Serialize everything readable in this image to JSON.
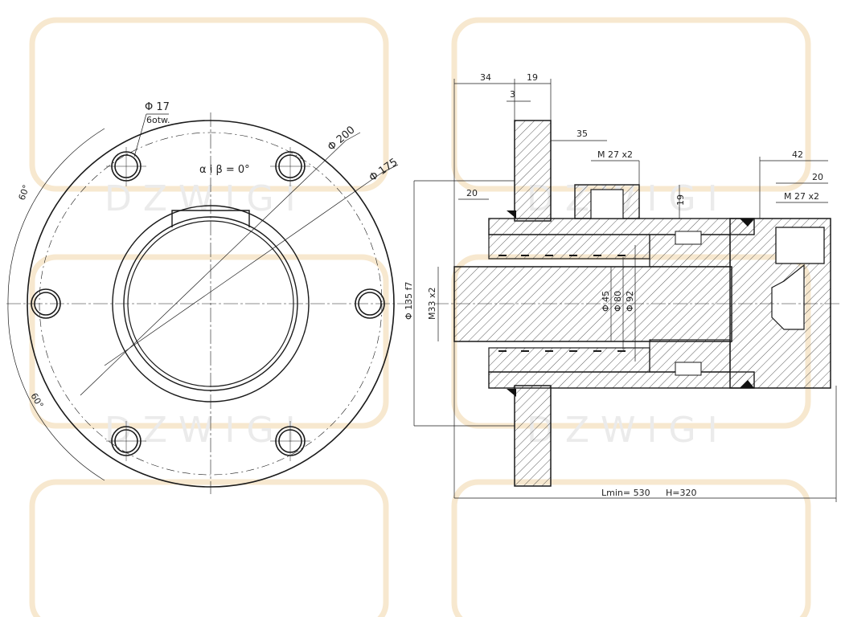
{
  "drawing": {
    "front_view": {
      "hole_dia": "Φ 17",
      "hole_count": "6otw.",
      "angle_label": "α i β = 0°",
      "pcd_outer": "Φ 200",
      "pcd_inner": "Φ 175",
      "angle_top": "60°",
      "angle_bottom": "60°"
    },
    "section_view": {
      "dim_34": "34",
      "dim_19_top": "19",
      "dim_3": "3",
      "dim_35": "35",
      "thread_port_left": "M 27 x2",
      "dim_19_port": "19",
      "dim_42": "42",
      "dim_20_right": "20",
      "thread_port_right": "M 27 x2",
      "dim_20_left": "20",
      "dim_flange": "Φ 135 f7",
      "rod_thread": "M33 x2",
      "rod_dia": "Φ 45",
      "piston_rod_dia": "Φ 80",
      "bore_dia": "Φ 92",
      "length_min": "Lmin= 530",
      "stroke": "H=320"
    },
    "watermark": {
      "text": "DZWIGI"
    }
  },
  "colors": {
    "line": "#1a1a1a",
    "watermark": "#f7e8cf"
  }
}
